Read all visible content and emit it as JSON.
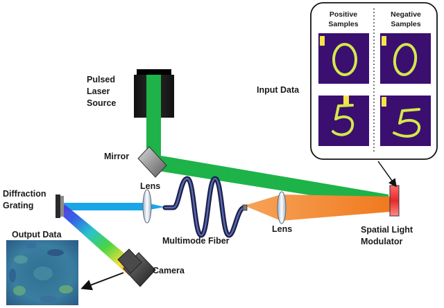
{
  "labels": {
    "laser_l1": "Pulsed",
    "laser_l2": "Laser",
    "laser_l3": "Source",
    "mirror": "Mirror",
    "input_data": "Input Data",
    "positive_l1": "Positive",
    "positive_l2": "Samples",
    "negative_l1": "Negative",
    "negative_l2": "Samples",
    "diffraction_l1": "Diffraction",
    "diffraction_l2": "Grating",
    "lens_left": "Lens",
    "lens_right": "Lens",
    "fiber": "Multimode Fiber",
    "slm_l1": "Spatial Light",
    "slm_l2": "Modulator",
    "output_data": "Output Data",
    "camera": "Camera"
  },
  "colors": {
    "green_beam": "#1db348",
    "blue_beam": "#1aa6e6",
    "orange_beam": "#f07a1f",
    "sample_bg": "#3b0f70",
    "digit": "#d4e84a",
    "marker": "#f4e44a",
    "fiber": "#2a2f6e",
    "slm": "#e83b3b"
  },
  "input_samples": [
    {
      "column": "positive",
      "digit": "0"
    },
    {
      "column": "negative",
      "digit": "0"
    },
    {
      "column": "positive",
      "digit": "5"
    },
    {
      "column": "negative",
      "digit": "5"
    }
  ]
}
